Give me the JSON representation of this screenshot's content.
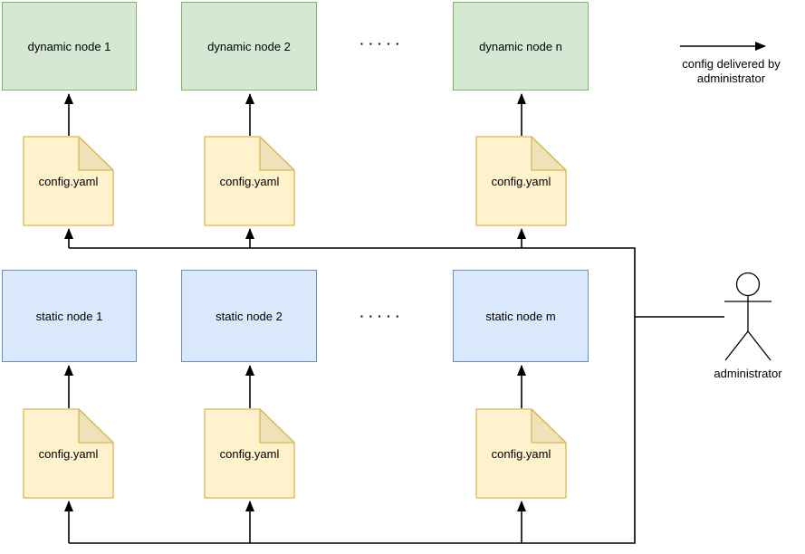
{
  "nodes": {
    "dynamic": [
      {
        "label": "dynamic node 1"
      },
      {
        "label": "dynamic node 2"
      },
      {
        "label": "dynamic node n"
      }
    ],
    "static": [
      {
        "label": "static node 1"
      },
      {
        "label": "static node 2"
      },
      {
        "label": "static node m"
      }
    ]
  },
  "config_file": {
    "label": "config.yaml"
  },
  "ellipsis": {
    "text": "▪▪▪▪▪"
  },
  "legend": {
    "label": "config delivered by administrator"
  },
  "actor": {
    "label": "administrator"
  },
  "colors": {
    "dynamic_fill": "#d5e8d4",
    "dynamic_stroke": "#82b366",
    "static_fill": "#dae8fc",
    "static_stroke": "#6c8ebf",
    "config_fill": "#fff2cc",
    "config_stroke": "#d6b656",
    "config_fold_fill": "#f0e2b8",
    "line_color": "#000000"
  }
}
